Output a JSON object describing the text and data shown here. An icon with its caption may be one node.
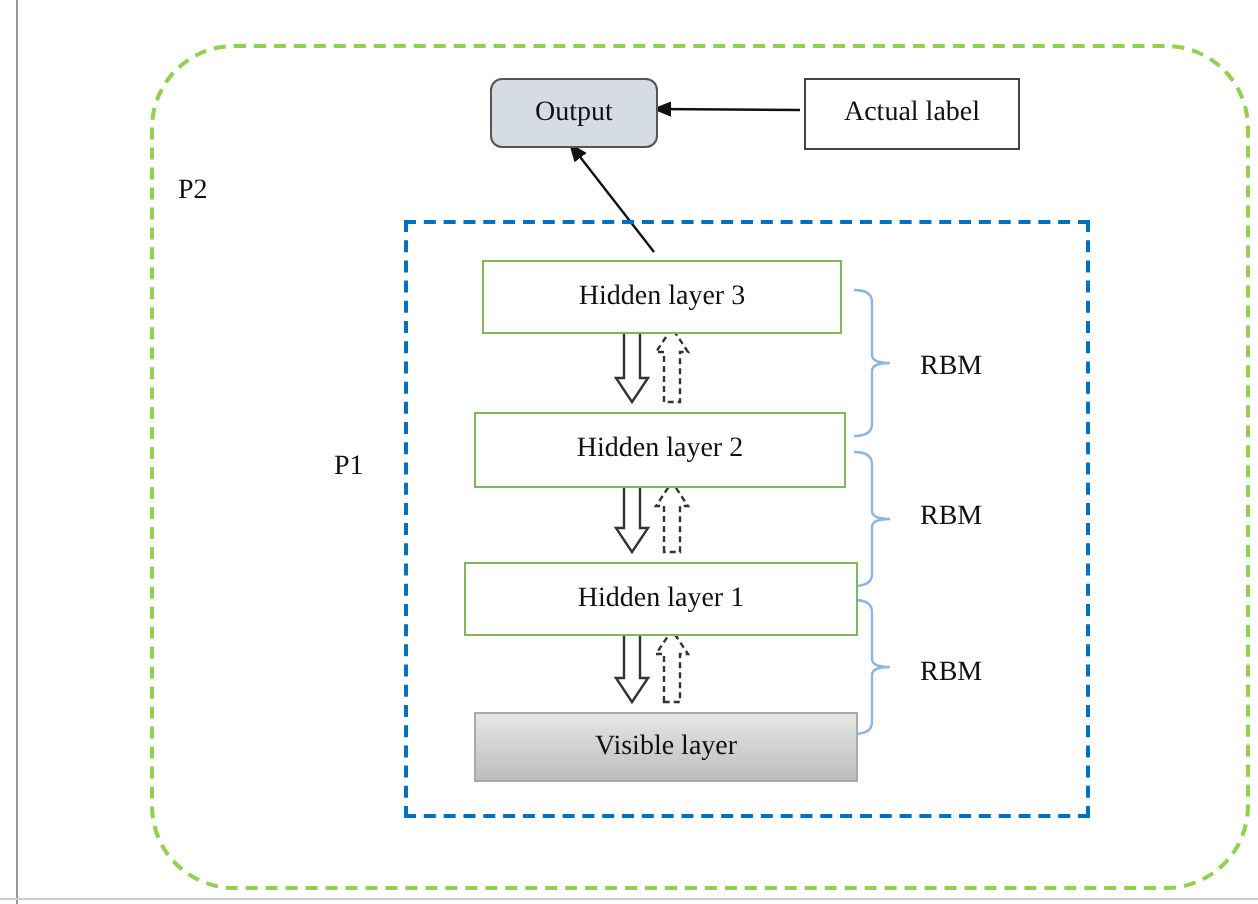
{
  "diagram": {
    "nodes": [
      {
        "text": [
          "P2"
        ]
      },
      {
        "text": [
          "Output"
        ],
        "in": 0
      },
      {
        "text": [
          "Actual label"
        ],
        "in": 0
      },
      {
        "text": [
          "P1"
        ],
        "in": 0
      },
      {
        "text": [
          "Hidden layer 3"
        ],
        "in": 3
      },
      {
        "text": [
          "Hidden layer 2"
        ],
        "in": 3
      },
      {
        "text": [
          "Hidden layer 1"
        ],
        "in": 3
      },
      {
        "text": [
          "Visible layer"
        ],
        "in": 3
      }
    ],
    "edges": [
      {
        "from": 4,
        "to": 1,
        "arrow": "to"
      },
      {
        "from": 2,
        "to": 1,
        "arrow": "to"
      },
      {
        "from": 4,
        "to": 5,
        "arrow": "to"
      },
      {
        "from": 5,
        "to": 4,
        "arrow": "to",
        "style": "dashed"
      },
      {
        "from": 5,
        "to": 6,
        "arrow": "to"
      },
      {
        "from": 6,
        "to": 5,
        "arrow": "to",
        "style": "dashed"
      },
      {
        "from": 6,
        "to": 7,
        "arrow": "to"
      },
      {
        "from": 7,
        "to": 6,
        "arrow": "to",
        "style": "dashed"
      }
    ],
    "labels": [
      "RBM",
      "RBM",
      "RBM"
    ]
  }
}
